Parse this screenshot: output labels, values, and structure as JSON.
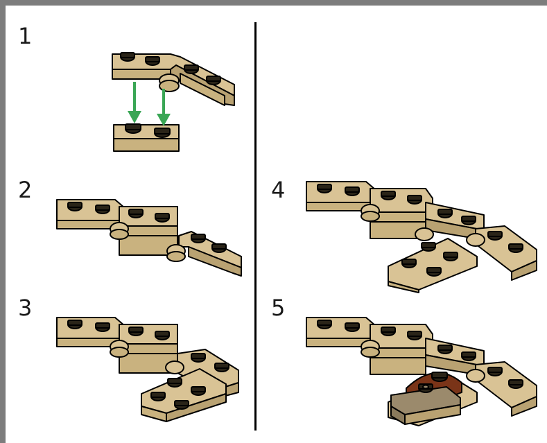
{
  "steps": [
    {
      "number": "1",
      "label": "step-1"
    },
    {
      "number": "2",
      "label": "step-2"
    },
    {
      "number": "3",
      "label": "step-3"
    },
    {
      "number": "4",
      "label": "step-4"
    },
    {
      "number": "5",
      "label": "step-5"
    }
  ],
  "colors": {
    "frame": "#7d7d7d",
    "background": "#ffffff",
    "tan_top": "#d9c395",
    "tan_side": "#b9a272",
    "tan_front": "#c9b27f",
    "stud": "#2a2418",
    "arrow": "#3aa655",
    "reddish_brown": "#7a3418",
    "dark_tan": "#9b8a6c",
    "divider": "#000000"
  },
  "icons": [
    "arrow-down-icon"
  ]
}
